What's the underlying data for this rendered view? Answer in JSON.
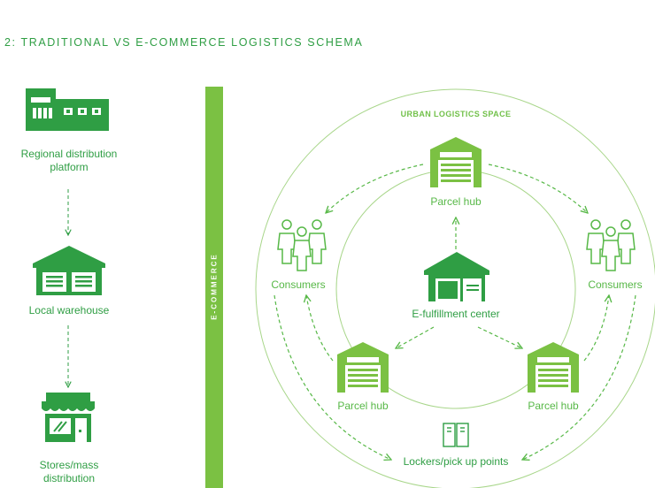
{
  "title": "2: TRADITIONAL VS E-COMMERCE LOGISTICS SCHEMA",
  "traditional": {
    "regional_line1": "Regional distribution",
    "regional_line2": "platform",
    "local_warehouse": "Local warehouse",
    "stores_line1": "Stores/mass",
    "stores_line2": "distribution"
  },
  "ecommerce": {
    "bar_label": "E-COMMERCE",
    "space_label": "URBAN LOGISTICS SPACE",
    "parcel_hub_top": "Parcel hub",
    "parcel_hub_left": "Parcel hub",
    "parcel_hub_right": "Parcel hub",
    "consumers_left": "Consumers",
    "consumers_right": "Consumers",
    "fulfillment": "E-fulfillment center",
    "lockers": "Lockers/pick up points"
  },
  "colors": {
    "dark_green": "#2f9e44",
    "light_green": "#7bc143"
  }
}
